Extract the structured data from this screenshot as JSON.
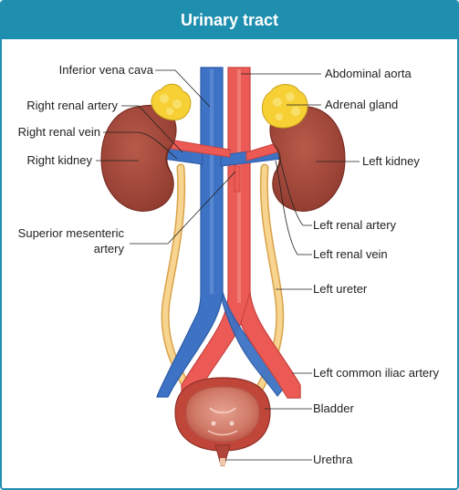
{
  "title": "Urinary tract",
  "labels": {
    "inferior_vena_cava": "Inferior vena cava",
    "right_renal_artery": "Right renal artery",
    "right_renal_vein": "Right renal vein",
    "right_kidney": "Right kidney",
    "superior_mesenteric_1": "Superior mesenteric",
    "superior_mesenteric_2": "artery",
    "abdominal_aorta": "Abdominal aorta",
    "adrenal_gland": "Adrenal gland",
    "left_kidney": "Left kidney",
    "left_renal_artery": "Left renal artery",
    "left_renal_vein": "Left renal vein",
    "left_ureter": "Left ureter",
    "left_common_iliac_artery": "Left common iliac artery",
    "bladder": "Bladder",
    "urethra": "Urethra"
  },
  "colors": {
    "header": "#1f8fb0",
    "artery": "#ec5a55",
    "vein": "#3d72c4",
    "kidney": "#a8483a",
    "adrenal": "#f6d035",
    "ureter": "#f3c878",
    "bladder": "#c9564a"
  }
}
